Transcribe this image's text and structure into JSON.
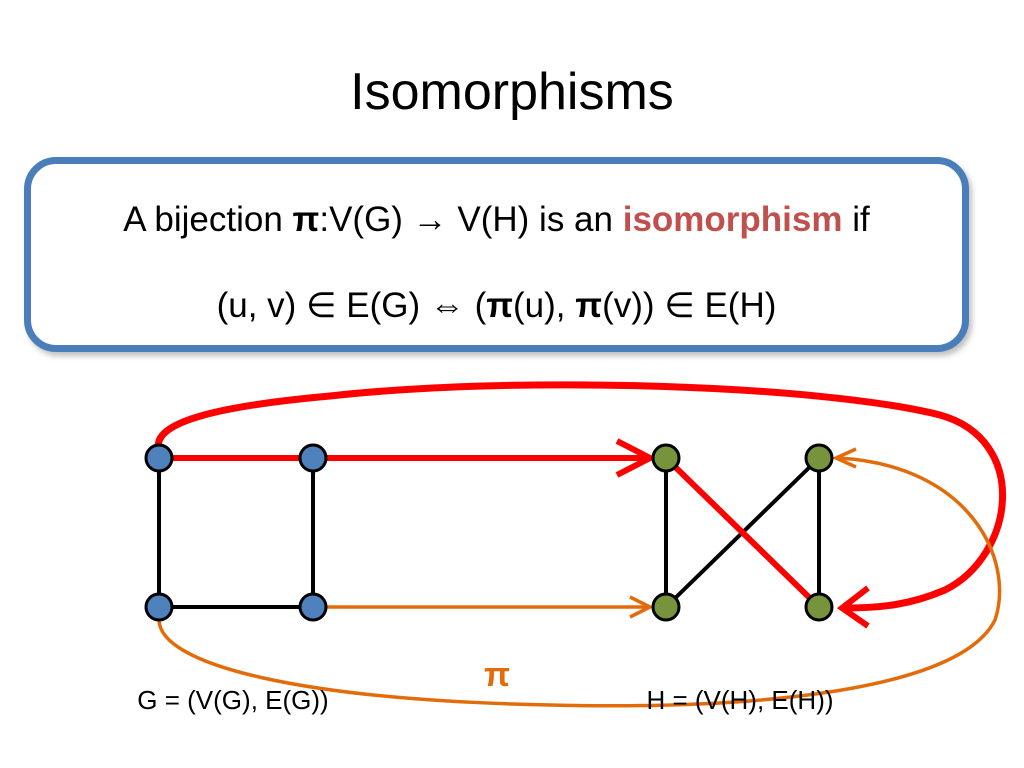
{
  "title": "Isomorphisms",
  "definition": {
    "line1": {
      "prefix": "A bijection ",
      "pi": "π",
      "mapping": ":V(G) → V(H) is an ",
      "term": "isomorphism",
      "suffix": " if"
    },
    "line2": {
      "left": "(u, v) ∈ E(G)  ⇔ (",
      "pi1": "π",
      "mid": "(u), ",
      "pi2": "π",
      "right": "(v)) ∈ E(H)"
    }
  },
  "graphs": {
    "g_label": "G = (V(G), E(G))",
    "h_label": "H = (V(H), E(H))",
    "pi_label": "π"
  },
  "colors": {
    "box_border": "#4a7ebb",
    "accent": "#c0504d",
    "g_vertex": "#4f81bd",
    "h_vertex": "#77933c",
    "red_edge": "#ff0000",
    "orange_map": "#e36c0a",
    "edge": "#000000"
  }
}
